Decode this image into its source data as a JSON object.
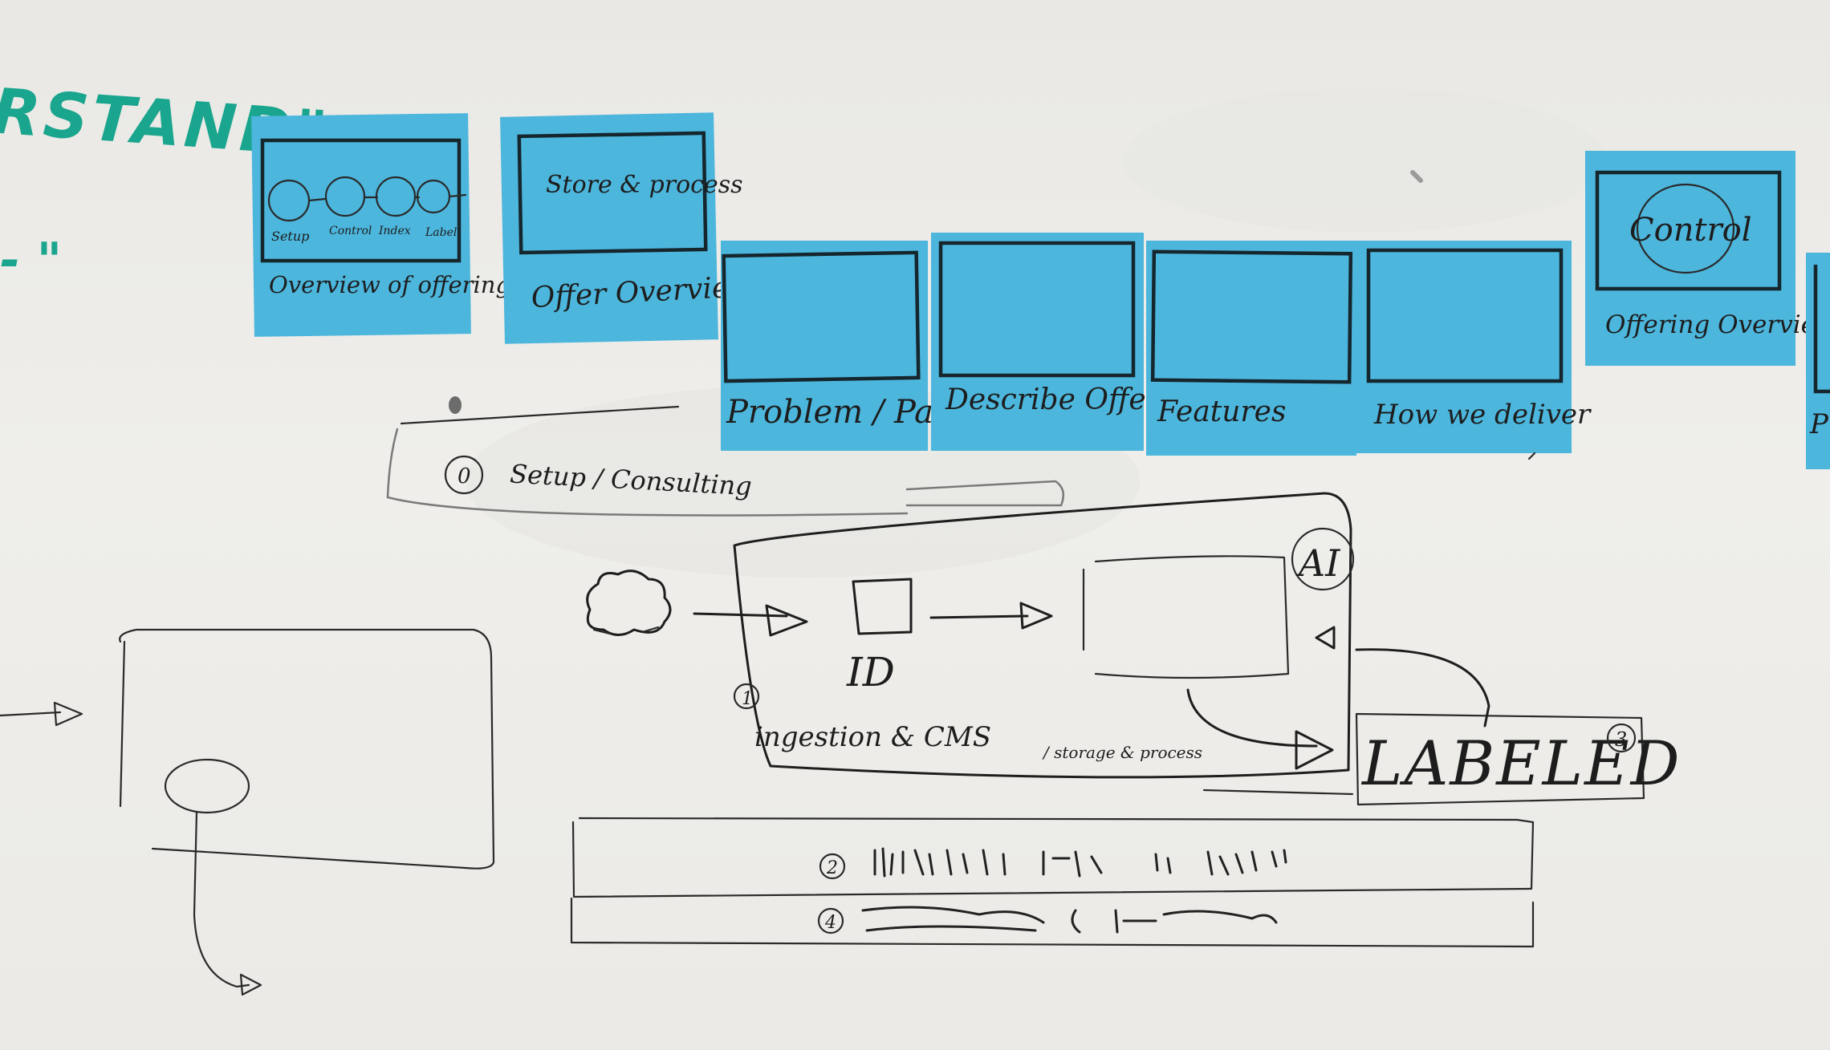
{
  "whiteboard": {
    "header_fragment": "RSTAND\"",
    "stray_mark": "- \"",
    "sticky_notes": [
      {
        "caption": "Overview of offering",
        "sketch_labels": [
          "Setup",
          "Control",
          "Index",
          "Label"
        ]
      },
      {
        "caption": "Offer Overview",
        "sketch_text": "Store & process"
      },
      {
        "caption": "Problem / Pain"
      },
      {
        "caption": "Describe Offer"
      },
      {
        "caption": "Features"
      },
      {
        "caption": "How we deliver"
      },
      {
        "caption": "Offering Overview",
        "sketch_text": "Control"
      },
      {
        "caption": "Pr"
      }
    ],
    "setup_box": {
      "number": "0",
      "label": "Setup / Consulting"
    },
    "ingestion_box": {
      "number": "1",
      "label": "ingestion & CMS",
      "sublabel": "/ storage & process",
      "ai_badge": "AI",
      "id_label": "ID"
    },
    "labeled_box": {
      "label": "LABELED",
      "number": "3"
    },
    "bar_two": {
      "number": "2"
    },
    "bar_four": {
      "number": "4"
    }
  },
  "colors": {
    "sticky_note": "#4cb6dd",
    "marker": "#1e1e1e",
    "teal_marker": "#1aa58e",
    "board": "#ecebe7"
  }
}
